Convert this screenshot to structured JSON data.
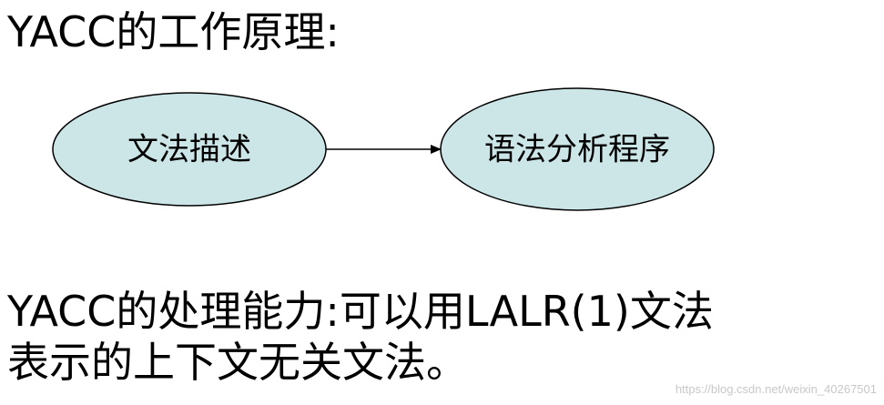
{
  "title": "YACC的工作原理:",
  "diagram": {
    "nodes": [
      {
        "id": "grammar",
        "label": "文法描述"
      },
      {
        "id": "parser",
        "label": "语法分析程序"
      }
    ],
    "edges": [
      {
        "from": "grammar",
        "to": "parser"
      }
    ],
    "colors": {
      "node_fill": "#cce5e7",
      "node_stroke": "#000000",
      "edge": "#000000"
    }
  },
  "description": {
    "line1": "YACC的处理能力:可以用LALR(1)文法",
    "line2": "表示的上下文无关文法。"
  },
  "watermark": "https://blog.csdn.net/weixin_40267501"
}
